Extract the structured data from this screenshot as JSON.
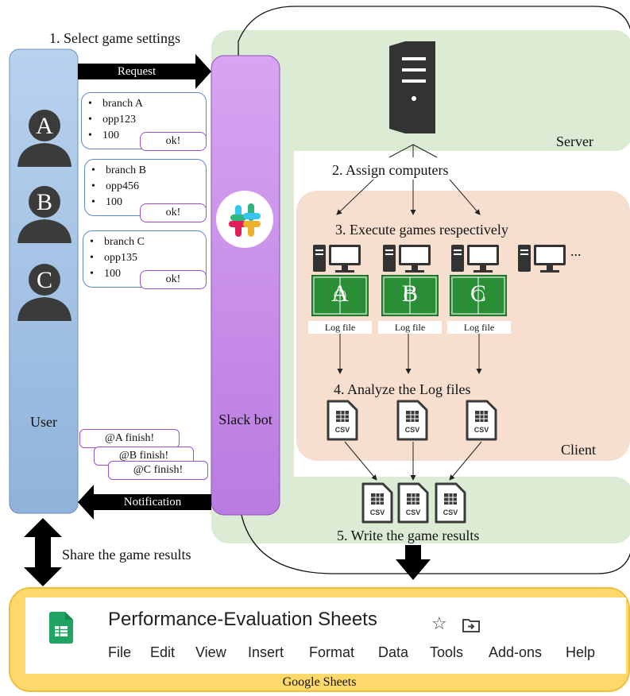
{
  "steps": {
    "select": "1. Select game settings",
    "assign": "2. Assign computers",
    "execute": "3. Execute games respectively",
    "analyze": "4. Analyze the Log files",
    "write": "5. Write the game results"
  },
  "labels": {
    "user": "User",
    "slack_bot": "Slack bot",
    "server": "Server",
    "client": "Client",
    "request": "Request",
    "notification": "Notification",
    "share": "Share the game results",
    "more": "..."
  },
  "users": [
    "A",
    "B",
    "C"
  ],
  "settings": [
    {
      "branch": "branch A",
      "opponent": "opp123",
      "count": "100",
      "reply": "ok!"
    },
    {
      "branch": "branch B",
      "opponent": "opp456",
      "count": "100",
      "reply": "ok!"
    },
    {
      "branch": "branch C",
      "opponent": "opp135",
      "count": "100",
      "reply": "ok!"
    }
  ],
  "notifications": [
    "@A finish!",
    "@B finish!",
    "@C finish!"
  ],
  "games": [
    {
      "letter": "A",
      "log": "Log file"
    },
    {
      "letter": "B",
      "log": "Log file"
    },
    {
      "letter": "C",
      "log": "Log file"
    }
  ],
  "csv_label": "CSV",
  "sheets": {
    "title": "Performance-Evaluation Sheets",
    "menu": [
      "File",
      "Edit",
      "View",
      "Insert",
      "Format",
      "Data",
      "Tools",
      "Add-ons",
      "Help"
    ],
    "caption": "Google Sheets"
  },
  "colors": {
    "user_column": "#a7c4e4",
    "slack_column": "#c98ae8",
    "server_area": "#dcebd3",
    "client_area": "#f6dfcf",
    "sheets_frame": "#fdd86b",
    "sheets_green": "#1fa463",
    "field_green": "#2e8b3a"
  }
}
